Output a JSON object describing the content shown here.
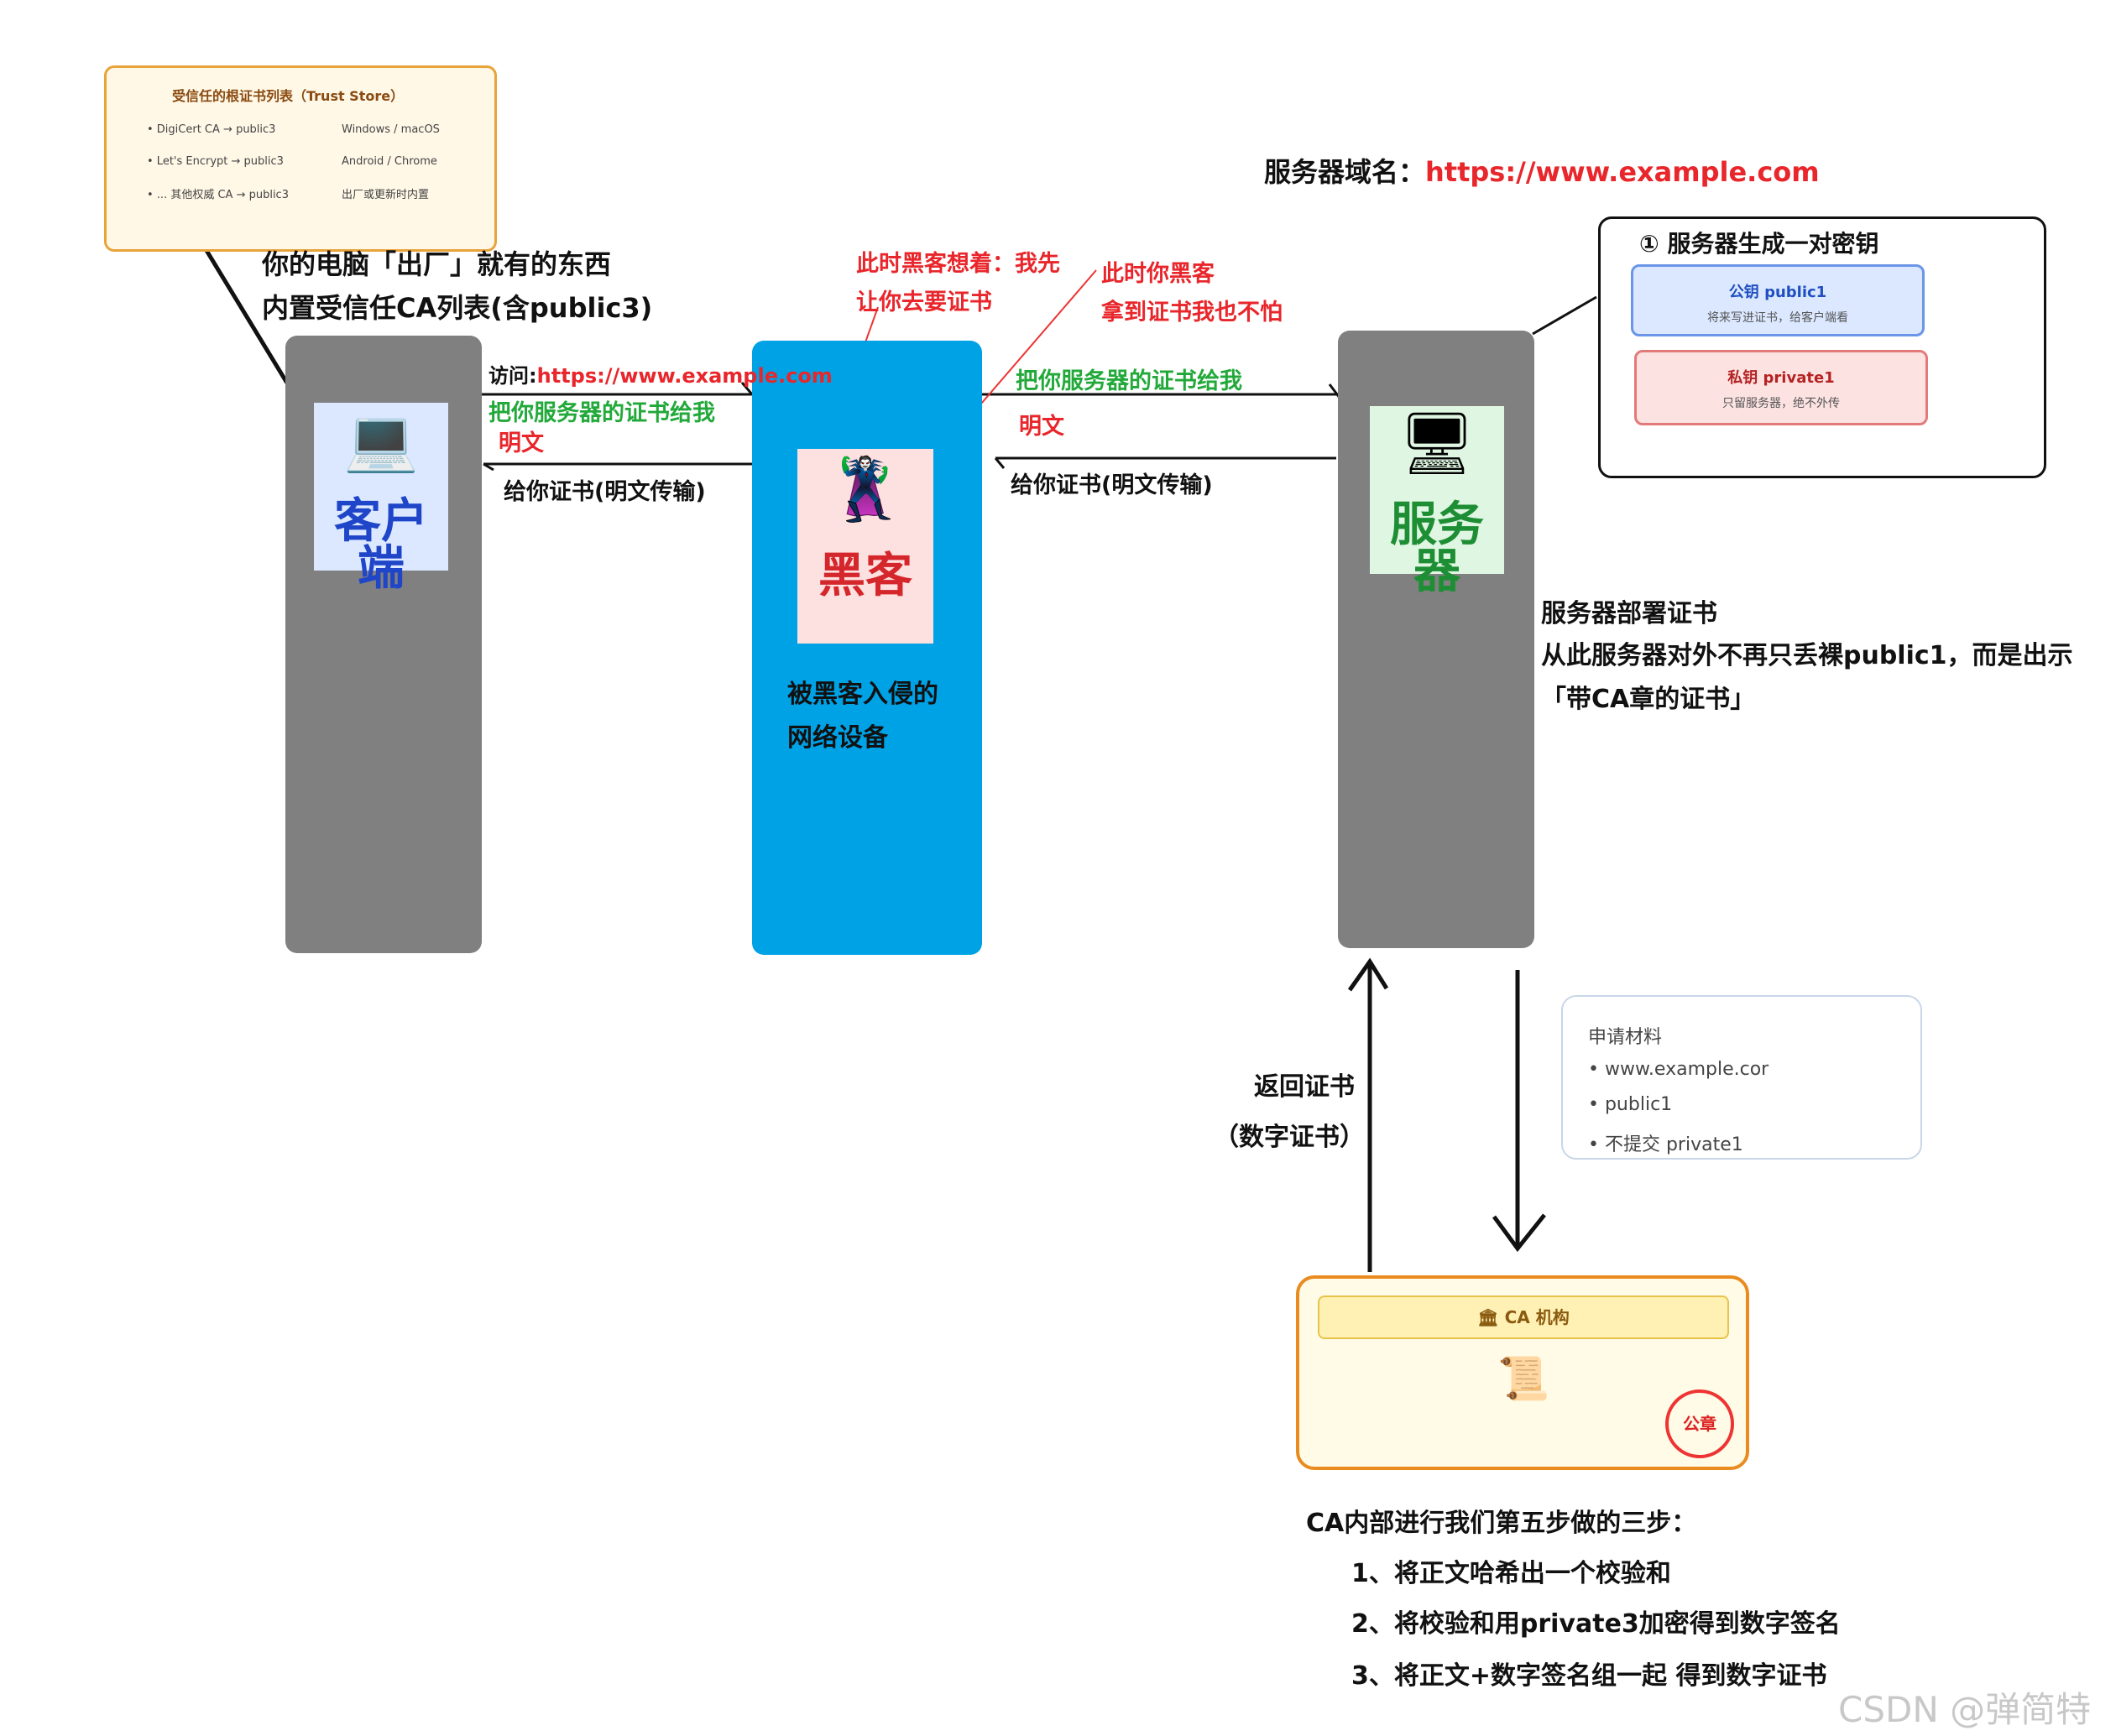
{
  "trust_store": {
    "title": "受信任的根证书列表（Trust Store）",
    "rows": [
      {
        "left": "• DigiCert CA → public3",
        "right": "Windows / macOS"
      },
      {
        "left": "• Let's Encrypt → public3",
        "right": "Android / Chrome"
      },
      {
        "left": "• ... 其他权威 CA → public3",
        "right": "出厂或更新时内置"
      }
    ]
  },
  "client_note": {
    "line1": "你的电脑「出厂」就有的东西",
    "line2": "内置受信任CA列表(含public3)"
  },
  "server_domain": {
    "label": "服务器域名：",
    "value": "https://www.example.com"
  },
  "keypair": {
    "title": "① 服务器生成一对密钥",
    "public": {
      "name": "公钥 public1",
      "desc": "将来写进证书，给客户端看"
    },
    "private": {
      "name": "私钥 private1",
      "desc": "只留服务器，绝不外传"
    }
  },
  "client": {
    "icon": "laptop-icon",
    "name": "客户端"
  },
  "hacker": {
    "icon": "hacker-icon",
    "name": "黑客",
    "device_line1": "被黑客入侵的",
    "device_line2": "网络设备"
  },
  "server": {
    "icon": "desktop-icon",
    "name": "服务器"
  },
  "hacker_thought1": {
    "line1": "此时黑客想着：我先",
    "line2": "让你去要证书"
  },
  "hacker_thought2": {
    "line1": "此时你黑客",
    "line2": "拿到证书我也不怕"
  },
  "left_messages": {
    "visit_prefix": "访问:",
    "visit_url": "https://www.example.com",
    "request": "把你服务器的证书给我",
    "plaintext": "明文",
    "response": "给你证书(明文传输)"
  },
  "right_messages": {
    "request": "把你服务器的证书给我",
    "plaintext": "明文",
    "response": "给你证书(明文传输)"
  },
  "server_deploy": {
    "line1": "服务器部署证书",
    "line2": "从此服务器对外不再只丢裸public1，而是出示",
    "line3": "「带CA章的证书」"
  },
  "return_cert": {
    "line1": "返回证书",
    "line2": "（数字证书）"
  },
  "materials": {
    "title": "申请材料",
    "items": [
      "• www.example.cor",
      "• public1",
      "• 不提交 private1"
    ]
  },
  "ca": {
    "title": "🏛 CA 机构",
    "seal": "公章",
    "doc_icon": "scroll-icon"
  },
  "ca_steps": {
    "heading": "CA内部进行我们第五步做的三步：",
    "step1": "1、将正文哈希出一个校验和",
    "step2": "2、将校验和用private3加密得到数字签名",
    "step3": "3、将正文+数字签名组一起 得到数字证书"
  },
  "watermark": "CSDN @弹简特"
}
